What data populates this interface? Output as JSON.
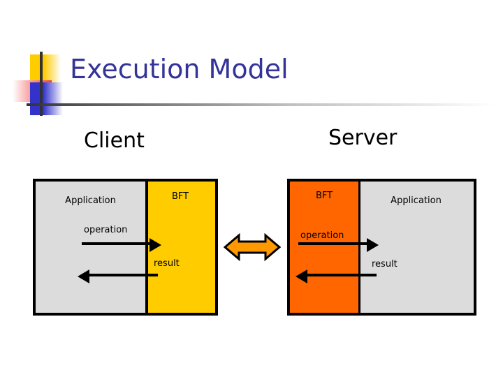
{
  "slide": {
    "title": "Execution Model",
    "title_color": "#333399",
    "background": "#ffffff"
  },
  "decoration": {
    "yellow_square_color": "#ffcc00",
    "red_square_color": "#f04040",
    "blue_square_color": "#3333cc",
    "crosshair_color": "#333333"
  },
  "columns": [
    {
      "name": "client",
      "label": "Client"
    },
    {
      "name": "server",
      "label": "Server"
    }
  ],
  "diagram": {
    "client_box": {
      "panes": [
        {
          "name": "application",
          "label": "Application",
          "color": "#dcdcdc"
        },
        {
          "name": "bft",
          "label": "BFT",
          "color": "#ffcc00"
        }
      ],
      "flows": [
        {
          "name": "operation",
          "label": "operation",
          "direction": "right"
        },
        {
          "name": "result",
          "label": "result",
          "direction": "left"
        }
      ]
    },
    "server_box": {
      "panes": [
        {
          "name": "bft",
          "label": "BFT",
          "color": "#ff6600"
        },
        {
          "name": "application",
          "label": "Application",
          "color": "#dcdcdc"
        }
      ],
      "flows": [
        {
          "name": "operation",
          "label": "operation",
          "direction": "right"
        },
        {
          "name": "result",
          "label": "result",
          "direction": "left"
        }
      ]
    },
    "link": {
      "name": "client-server-link",
      "icon": "double-headed-arrow",
      "fill_color": "#ff9900",
      "stroke_color": "#000000"
    }
  }
}
